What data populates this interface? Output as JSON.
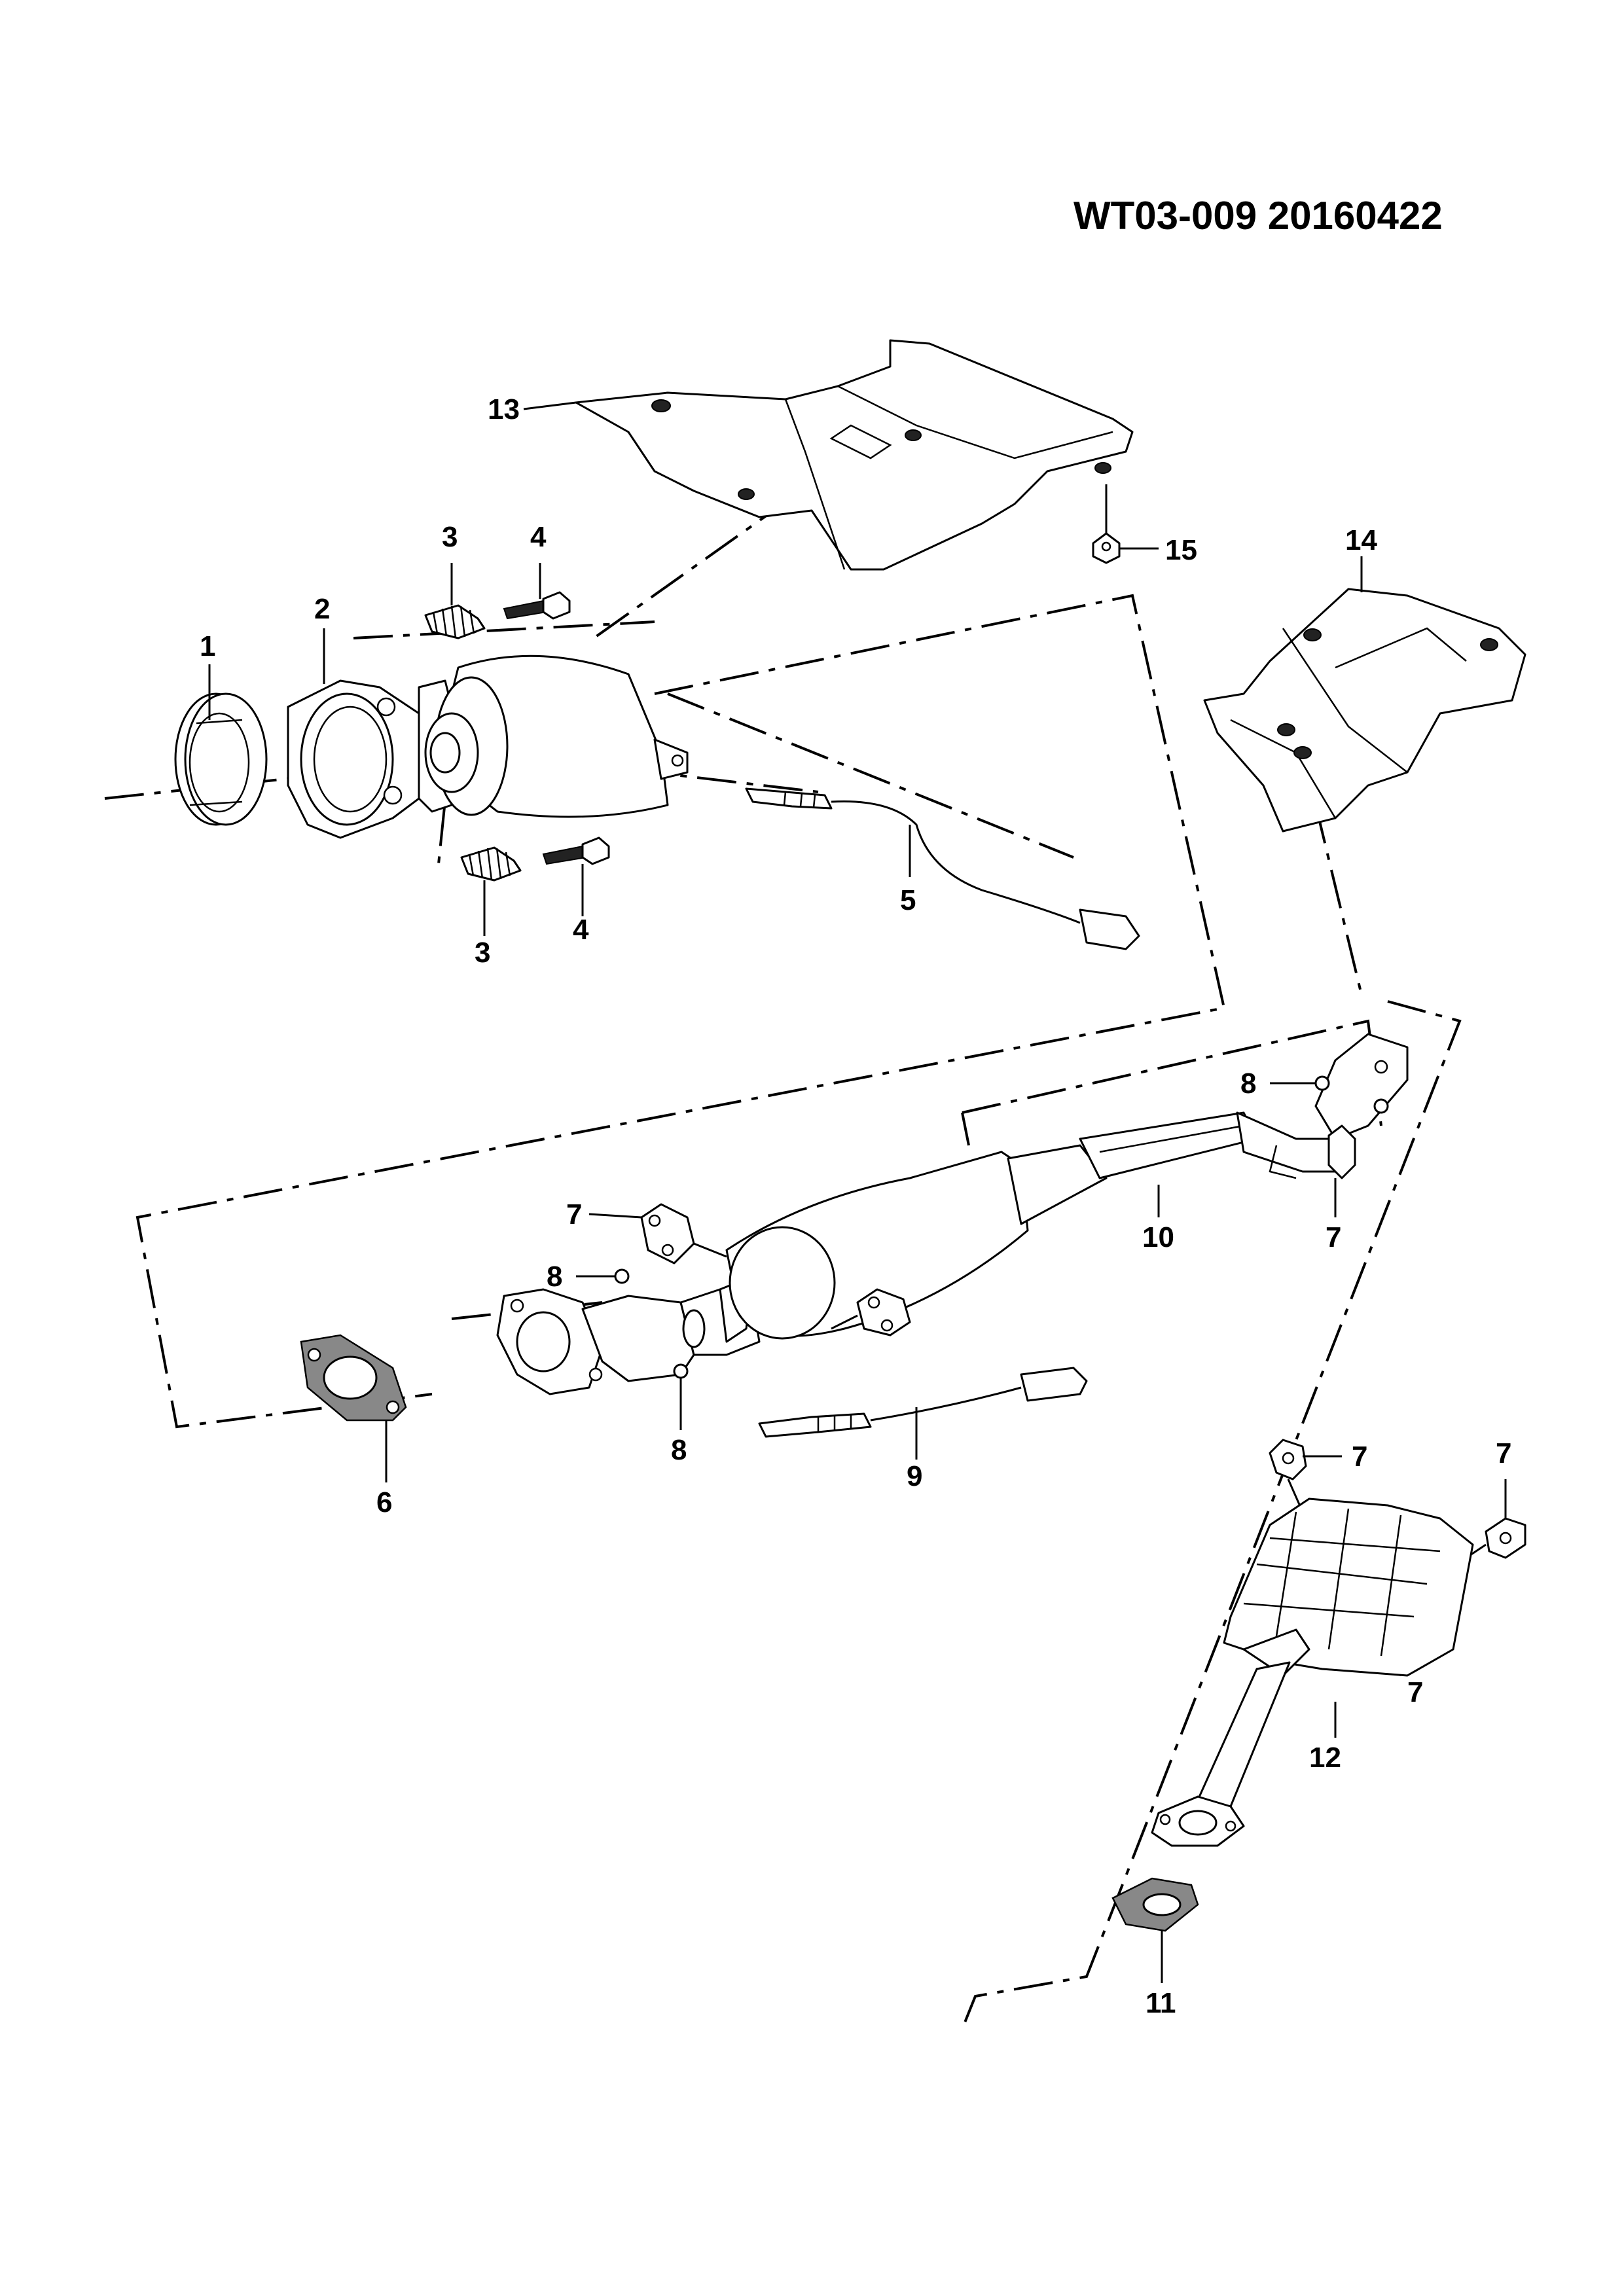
{
  "document_id": "WT03-009 20160422",
  "callouts": [
    "1",
    "2",
    "3",
    "3",
    "4",
    "4",
    "5",
    "6",
    "7",
    "7",
    "7",
    "7",
    "7",
    "8",
    "8",
    "8",
    "9",
    "10",
    "11",
    "12",
    "13",
    "14",
    "15"
  ],
  "icons": {
    "exhaust_manifold_gasket": "ring-gasket-icon",
    "catalytic_converter": "canister-icon",
    "oxygen_sensor": "sensor-probe-icon",
    "heat_shield": "panel-shield-icon",
    "muffler": "silencer-icon"
  }
}
